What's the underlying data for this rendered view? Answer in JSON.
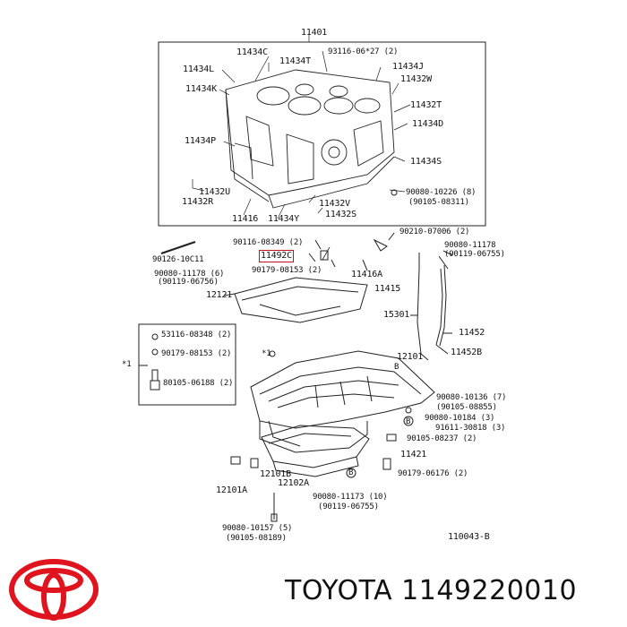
{
  "labels": {
    "l11401": "11401",
    "l11434C": "11434C",
    "l11434T": "11434T",
    "l11434L": "11434L",
    "l11434K": "11434K",
    "l11434P": "11434P",
    "l11432U": "11432U",
    "l11432R": "11432R",
    "l11416": "11416",
    "l11434Y": "11434Y",
    "l11432V": "11432V",
    "l11432S": "11432S",
    "l9311_06": "93116-06*27 (2)",
    "l11434J": "11434J",
    "l11432W": "11432W",
    "l11432T": "11432T",
    "l11434D": "11434D",
    "l11434S": "11434S",
    "l90080_10226": "90080-10226 (8)",
    "l90105_08311": "(90105-08311)",
    "l90210_07006": "90210-07006 (2)",
    "l90116_08349": "90116-08349 (2)",
    "l11492C": "11492C",
    "l90179_08153": "90179-08153 (2)",
    "l90126_10011": "90126-10C11",
    "l90080_11178a": "90080-11178 (6)",
    "l90119_06756": "(90119-06756)",
    "l12121": "12121",
    "l11416A": "11416A",
    "l11415": "11415",
    "l90080_11178b": "90080-11178",
    "l90119_06755": "(90119-06755)",
    "l15301": "15301",
    "l11452": "11452",
    "l11452B": "11452B",
    "l53116": "53116-08348 (2)",
    "l90179b": "90179-08153 (2)",
    "l80105": "80105-06188 (2)",
    "l_star1": "*1",
    "l_star1b": "*1",
    "l12101": "12101",
    "l90080_10136": "90080-10136 (7)",
    "l90105_08855": "(90105-08855)",
    "l90080_10184": "90080-10184 (3)",
    "l91611_30818": "91611-30818 (3)",
    "l90105_08237": "90105-08237 (2)",
    "l11421": "11421",
    "l90179_06176": "90179-06176 (2)",
    "l12101B": "12101B",
    "l12102A": "12102A",
    "l12101A": "12101A",
    "l90080_11173": "90080-11173 (10)",
    "l90119_06755b": "(90119-06755)",
    "l90080_10157": "90080-10157 (5)",
    "l90105_08189": "(90105-08189)",
    "l110043B": "110043-B",
    "lB1": "B",
    "lB2": "B",
    "lB3": "B"
  },
  "footer": {
    "brand": "TOYOTA",
    "part_number": "1149220010"
  },
  "colors": {
    "ink": "#111111",
    "logo_red": "#e0141e",
    "highlight": "#c0141c"
  }
}
